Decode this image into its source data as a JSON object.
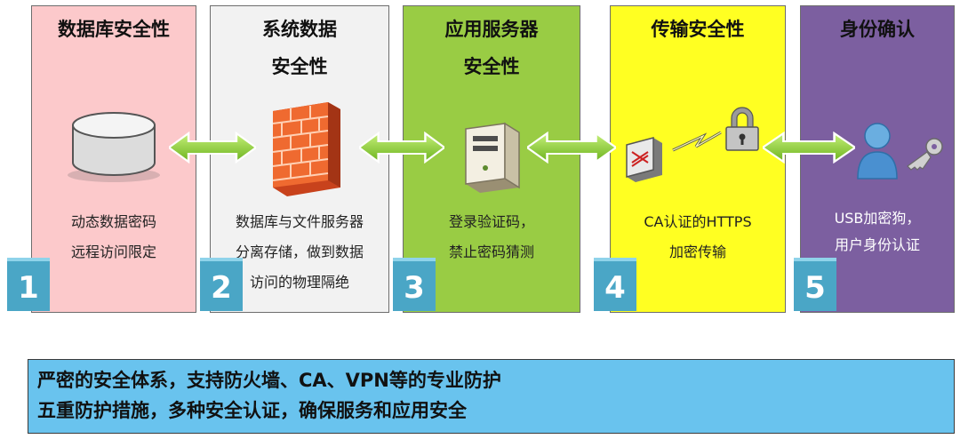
{
  "panels": [
    {
      "title": "数据库安全性",
      "desc": [
        "动态数据密码",
        "远程访问限定"
      ],
      "number": "1",
      "icon": "database-icon",
      "color": "#fcc9cb"
    },
    {
      "title": [
        "系统数据",
        "安全性"
      ],
      "desc": [
        "数据库与文件服务器",
        "分离存储，做到数据",
        "访问的物理隔绝"
      ],
      "number": "2",
      "icon": "firewall-icon",
      "color": "#f2f2f2"
    },
    {
      "title": [
        "应用服务器",
        "安全性"
      ],
      "desc": [
        "登录验证码，",
        "禁止密码猜测"
      ],
      "number": "3",
      "icon": "server-icon",
      "color": "#99cc44"
    },
    {
      "title": "传输安全性",
      "desc": [
        "CA认证的HTTPS",
        "加密传输"
      ],
      "number": "4",
      "icon": "encrypted-transmission-icon",
      "color": "#ffff22"
    },
    {
      "title": "身份确认",
      "desc": [
        "USB加密狗，",
        "用户身份认证"
      ],
      "number": "5",
      "icon": "user-key-icon",
      "color": "#7c5fa0"
    }
  ],
  "banner": {
    "line1": "严密的安全体系，支持防火墙、CA、VPN等的专业防护",
    "line2": "五重防护措施，多种安全认证，确保服务和应用安全",
    "color": "#69c3ee"
  },
  "arrow_color": "#8fd62e"
}
